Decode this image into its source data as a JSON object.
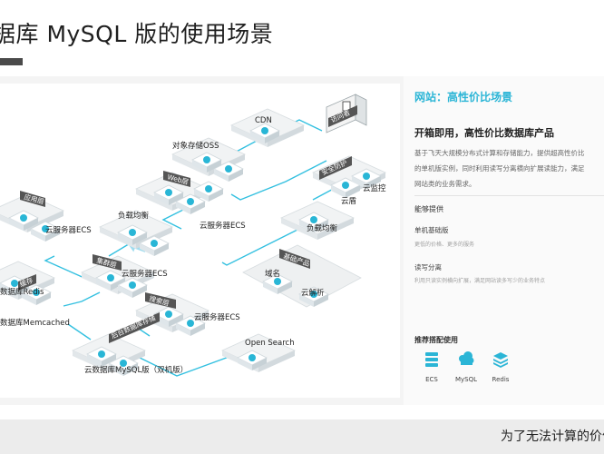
{
  "page": {
    "title": "据库 MySQL 版的使用场景"
  },
  "diagram": {
    "tags": {
      "visitor": "访问者",
      "security": "安全防护",
      "web": "Web层",
      "app": "应用层",
      "cache": "缓存",
      "cluster": "集群层",
      "search": "搜索层",
      "backend": "后台数据库存储",
      "base": "基础产品"
    },
    "labels": {
      "cdn": "CDN",
      "oss": "对象存储OSS",
      "monitor": "云监控",
      "shield": "云盾",
      "lb1": "负载均衡",
      "lb2": "负载均衡",
      "ecs_web": "云服务器ECS",
      "ecs_app": "云服务器ECS",
      "ecs_cluster": "云服务器ECS",
      "ecs_search": "云服务器ECS",
      "redis": "数据库Redis",
      "memcached": "数据库Memcached",
      "mysql": "云数据库MySQL版（双机版）",
      "opensearch": "Open Search",
      "domain": "域名",
      "dns": "云解析"
    }
  },
  "side": {
    "heading": "网站：高性价比场景",
    "subtitle": "开箱即用，高性价比数据库产品",
    "desc": [
      "基于飞天大规模分布式计算和存储能力，提供超高性价比",
      "的单机版实例，同时利用读写分离横向扩展读能力，满足",
      "网站类的业务需求。"
    ],
    "capabilities_title": "能够提供",
    "capabilities": [
      {
        "name": "单机基础版",
        "desc": "更低的价格、更多的服务"
      },
      {
        "name": "读写分离",
        "desc": "利用只读实例横向扩展，满足网站读多写少的业务特点"
      }
    ],
    "recommend_title": "推荐搭配使用",
    "products": [
      {
        "name": "ECS",
        "icon": "server-stack-icon"
      },
      {
        "name": "MySQL",
        "icon": "database-cloud-icon"
      },
      {
        "name": "Redis",
        "icon": "redis-layers-icon"
      }
    ]
  },
  "footer": {
    "text": "为了无法计算的价值"
  },
  "colors": {
    "accent": "#2bb5d6",
    "tag_dark": "#555555",
    "panel_bg": "#f4f4f4",
    "footer_bg": "#ececec"
  }
}
